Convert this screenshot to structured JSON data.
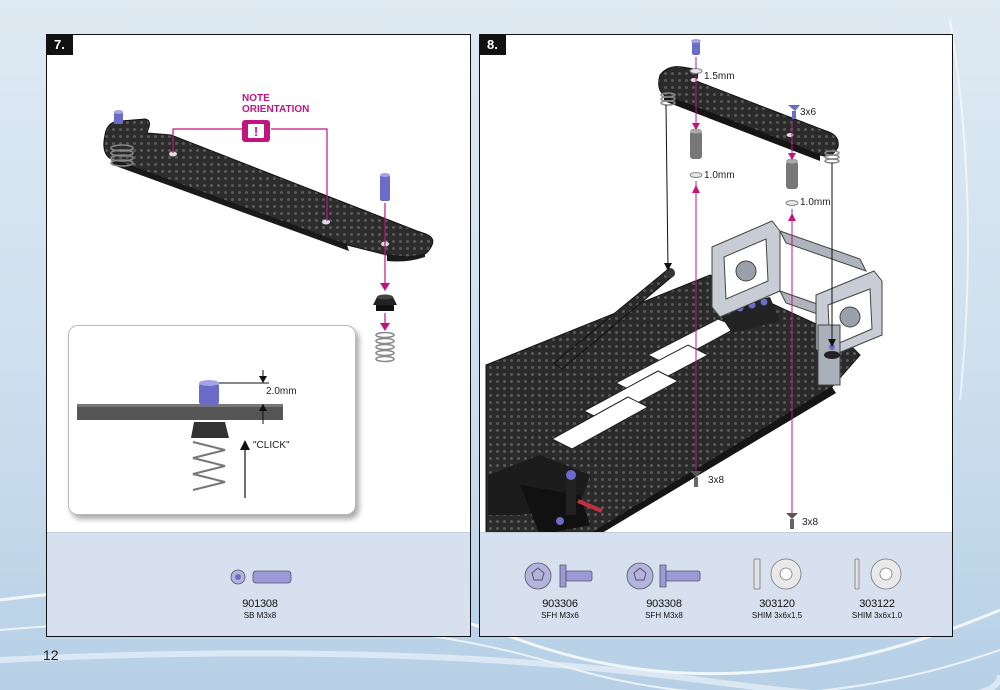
{
  "page_number": "12",
  "step7": {
    "number": "7.",
    "note_line1": "NOTE",
    "note_line2": "ORIENTATION",
    "note_symbol": "!",
    "inset_dimension": "2.0mm",
    "inset_click": "\"CLICK\"",
    "parts": [
      {
        "code": "901308",
        "name": "SB M3x8"
      }
    ]
  },
  "step8": {
    "number": "8.",
    "labels": {
      "shim_top": "1.5mm",
      "screw_3x6": "3x6",
      "shim_left": "1.0mm",
      "shim_right": "1.0mm",
      "screw_bottom_left": "3x8",
      "screw_bottom_right": "3x8"
    },
    "parts": [
      {
        "code": "903306",
        "name": "SFH M3x6"
      },
      {
        "code": "903308",
        "name": "SFH M3x8"
      },
      {
        "code": "303120",
        "name": "SHIM 3x6x1.5"
      },
      {
        "code": "303122",
        "name": "SHIM 3x6x1.0"
      }
    ]
  },
  "colors": {
    "accent": "#c0157e",
    "carbon": "#2b2b2b",
    "hardware": "#6b6bc8",
    "parts_bg": "#d6e0ef"
  }
}
